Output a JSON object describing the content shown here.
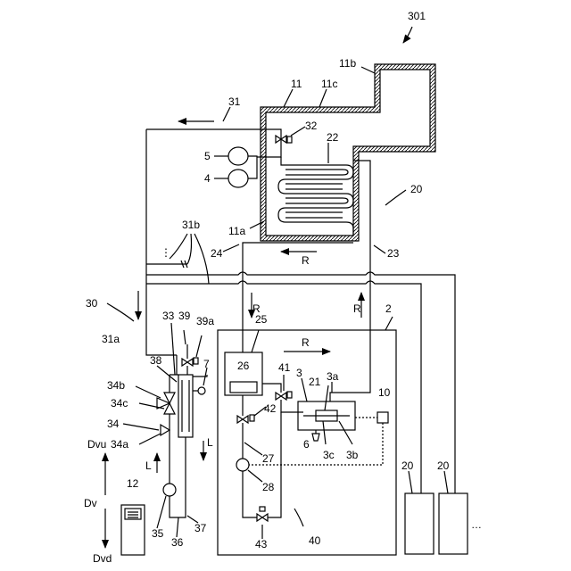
{
  "labels": {
    "fig": "301",
    "l11": "11",
    "l11b": "11b",
    "l11c": "11c",
    "l11a": "11a",
    "l31": "31",
    "l32": "32",
    "l22": "22",
    "l5": "5",
    "l4": "4",
    "l20a": "20",
    "l31b": "31b",
    "dots": "⋮",
    "l24": "24",
    "l23": "23",
    "R1": "R",
    "l30": "30",
    "l2": "2",
    "R2": "R",
    "R3": "R",
    "R4": "R",
    "l25": "25",
    "l31a": "31a",
    "l33": "33",
    "l39": "39",
    "l39a": "39a",
    "l38": "38",
    "l7": "7",
    "l26": "26",
    "l41": "41",
    "l3": "3",
    "l3a": "3a",
    "l21": "21",
    "l10": "10",
    "l34b": "34b",
    "l34c": "34c",
    "l34": "34",
    "l34a": "34a",
    "l42": "42",
    "l6": "6",
    "l3c": "3c",
    "l3b": "3b",
    "L1": "L",
    "L2": "L",
    "Dvu": "Dvu",
    "Dv": "Dv",
    "Dvd": "Dvd",
    "l12": "12",
    "l27": "27",
    "l28": "28",
    "l35": "35",
    "l36": "36",
    "l37": "37",
    "l43": "43",
    "l40": "40",
    "l20b": "20",
    "l20c": "20",
    "dots2": "…"
  }
}
